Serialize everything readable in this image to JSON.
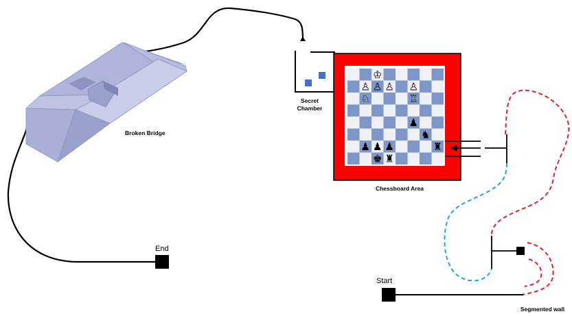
{
  "labels": {
    "broken_bridge": "Broken Bridge",
    "secret_chamber_line1": "Secret",
    "secret_chamber_line2": "Chamber",
    "chessboard_area": "Chessboard Area",
    "end": "End",
    "start": "Start",
    "segmented_wall": "Segmented wall"
  },
  "colors": {
    "path": "#000000",
    "chessboard_border": "#ff0000",
    "dark_square": "#7f96c8",
    "light_square": "#eef0f6",
    "chamber_block": "#4472c4",
    "bridge_face": "#c5cae6",
    "bridge_dark": "#9da4cc",
    "wall_red": "#e0202a",
    "wall_blue": "#1fa3dc"
  },
  "chess_pieces": [
    {
      "square": "c8",
      "piece": "white-king",
      "glyph": "♔"
    },
    {
      "square": "b7",
      "piece": "white-pawn",
      "glyph": "♙"
    },
    {
      "square": "c7",
      "piece": "white-pawn",
      "glyph": "♙"
    },
    {
      "square": "d7",
      "piece": "white-pawn",
      "glyph": "♙"
    },
    {
      "square": "f7",
      "piece": "white-pawn",
      "glyph": "♙"
    },
    {
      "square": "b6",
      "piece": "white-knight",
      "glyph": "♘"
    },
    {
      "square": "f6",
      "piece": "white-rook",
      "glyph": "♖"
    },
    {
      "square": "f4",
      "piece": "black-pawn",
      "glyph": "♟"
    },
    {
      "square": "g3",
      "piece": "black-knight",
      "glyph": "♞"
    },
    {
      "square": "b2",
      "piece": "black-pawn",
      "glyph": "♟"
    },
    {
      "square": "c2",
      "piece": "black-pawn",
      "glyph": "♟"
    },
    {
      "square": "d2",
      "piece": "black-pawn",
      "glyph": "♟"
    },
    {
      "square": "h2",
      "piece": "black-rook",
      "glyph": "♜"
    },
    {
      "square": "c1",
      "piece": "black-king",
      "glyph": "♚"
    },
    {
      "square": "d1",
      "piece": "black-rook",
      "glyph": "♜"
    }
  ]
}
